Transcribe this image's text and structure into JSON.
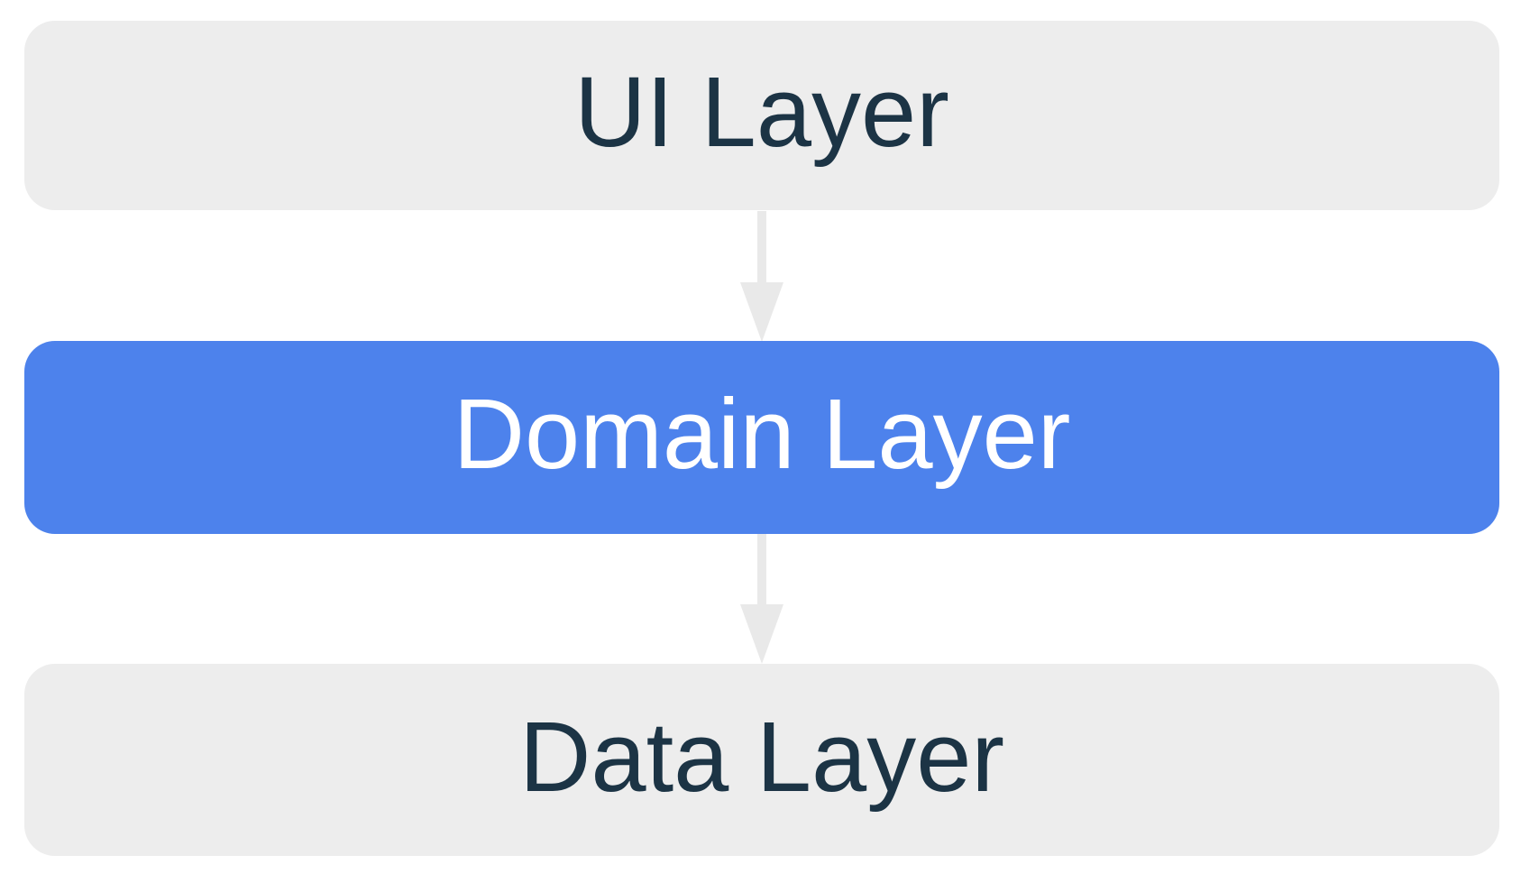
{
  "diagram_type": "layered-architecture",
  "layers": [
    {
      "id": "ui",
      "label": "UI Layer",
      "variant": "neutral"
    },
    {
      "id": "domain",
      "label": "Domain Layer",
      "variant": "accent"
    },
    {
      "id": "data",
      "label": "Data Layer",
      "variant": "neutral"
    }
  ],
  "arrows": [
    {
      "from": "ui",
      "to": "domain",
      "direction": "down"
    },
    {
      "from": "domain",
      "to": "data",
      "direction": "down"
    }
  ],
  "colors": {
    "accent": "#4d82ec",
    "neutral_box": "#ededed",
    "text_dark": "#1c3445",
    "text_on_accent": "#ffffff",
    "arrow": "#e9e9e9",
    "background": "#ffffff"
  }
}
